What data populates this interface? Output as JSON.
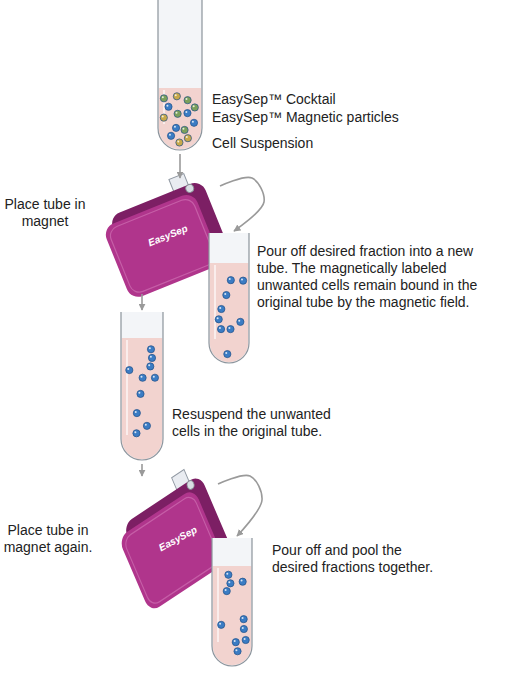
{
  "diagram": {
    "nodes": [
      {
        "text": [
          "EasySep™ Cocktail",
          "EasySep™ Magnetic particles",
          "Cell Suspension"
        ]
      },
      {
        "text": [
          "EasySep"
        ]
      },
      {
        "text": [
          "Pour off desired fraction into a new tube. The magnetically labeled unwanted cells remain bound in the original tube by the magnetic field."
        ]
      },
      {
        "text": [
          "Resuspend the unwanted cells in the original tube."
        ]
      },
      {
        "text": [
          "EasySep"
        ]
      },
      {
        "text": [
          "Pour off and pool the desired fractions together."
        ]
      }
    ],
    "edges": [
      {
        "from": 0,
        "to": 1,
        "arrow": "to"
      },
      {
        "from": 1,
        "to": 2,
        "arrow": "to"
      },
      {
        "from": 1,
        "to": 3,
        "arrow": "to"
      },
      {
        "from": 3,
        "to": 4,
        "arrow": "to"
      },
      {
        "from": 4,
        "to": 5,
        "arrow": "to"
      }
    ],
    "labels": [
      "Place tube in magnet",
      "Place tube in magnet again."
    ]
  }
}
